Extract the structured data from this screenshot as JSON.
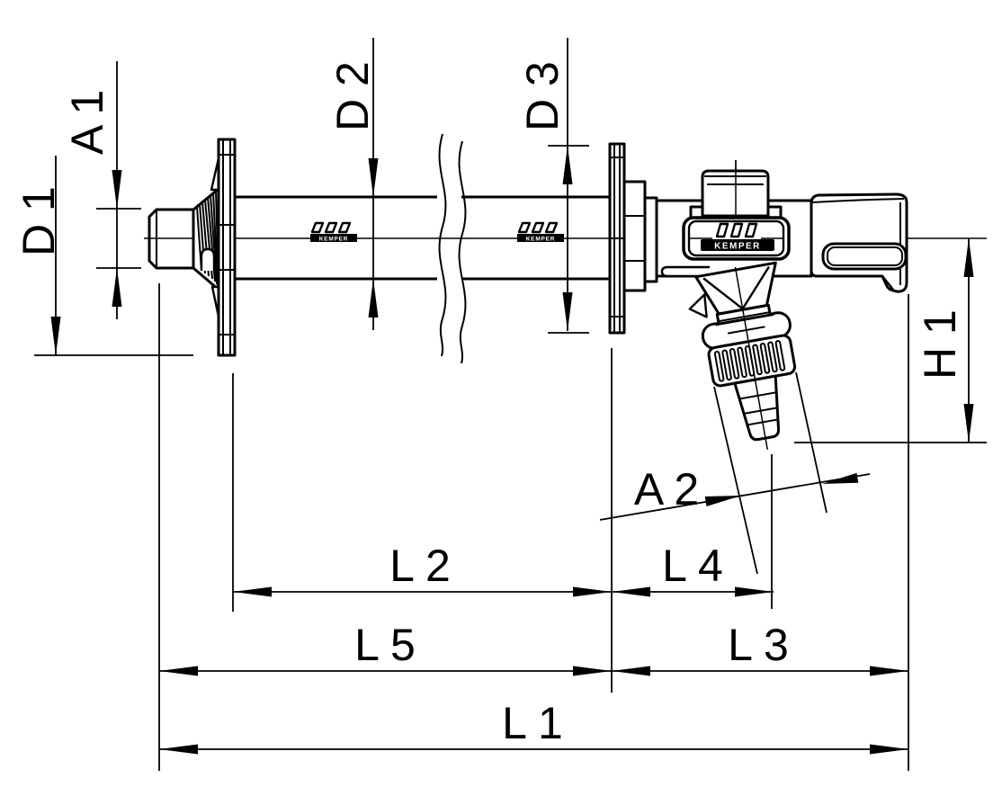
{
  "drawing": {
    "brand": "KEMPER",
    "colors": {
      "line": "#000000",
      "background": "#ffffff"
    },
    "dimension_labels": {
      "a1": "A 1",
      "d1": "D 1",
      "d2": "D 2",
      "d3": "D 3",
      "h1": "H 1",
      "a2": "A 2",
      "l1": "L 1",
      "l2": "L 2",
      "l3": "L 3",
      "l4": "L 4",
      "l5": "L 5"
    }
  }
}
